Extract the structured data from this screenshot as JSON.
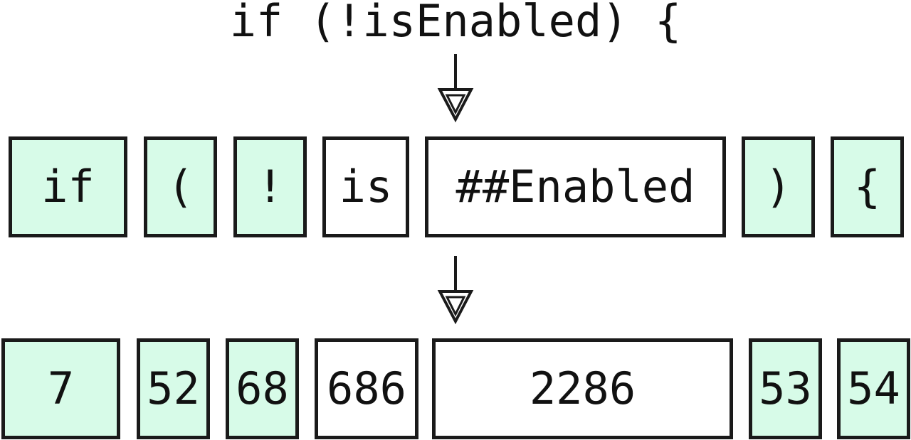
{
  "source_line": "if (!isEnabled) {",
  "colors": {
    "special_fill": "#d7fbe8",
    "plain_fill": "#ffffff",
    "border": "#1a1a1a",
    "text": "#111111"
  },
  "tokens": [
    {
      "text": "if",
      "highlight": true
    },
    {
      "text": "(",
      "highlight": true
    },
    {
      "text": "!",
      "highlight": true
    },
    {
      "text": "is",
      "highlight": false
    },
    {
      "text": "##Enabled",
      "highlight": false
    },
    {
      "text": ")",
      "highlight": true
    },
    {
      "text": "{",
      "highlight": true
    }
  ],
  "token_ids": [
    {
      "text": "7",
      "highlight": true
    },
    {
      "text": "52",
      "highlight": true
    },
    {
      "text": "68",
      "highlight": true
    },
    {
      "text": "686",
      "highlight": false
    },
    {
      "text": "2286",
      "highlight": false
    },
    {
      "text": "53",
      "highlight": true
    },
    {
      "text": "54",
      "highlight": true
    }
  ]
}
